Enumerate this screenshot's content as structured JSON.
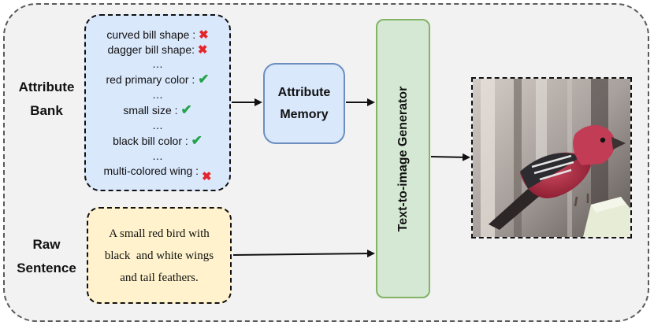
{
  "left_labels": {
    "attribute_bank": [
      "Attribute",
      "Bank"
    ],
    "raw_sentence": [
      "Raw",
      "Sentence"
    ]
  },
  "attribute_bank": [
    {
      "text": "curved bill shape :",
      "mark": "cross"
    },
    {
      "text": "dagger bill shape:",
      "mark": "cross"
    },
    {
      "text": "…",
      "mark": ""
    },
    {
      "text": "red primary color :",
      "mark": "check"
    },
    {
      "text": "…",
      "mark": ""
    },
    {
      "text": "small size :",
      "mark": "check"
    },
    {
      "text": "…",
      "mark": ""
    },
    {
      "text": "black bill color :",
      "mark": "check"
    },
    {
      "text": "…",
      "mark": ""
    },
    {
      "text": "multi-colored wing :",
      "mark": "cross"
    }
  ],
  "marks": {
    "check": "✔",
    "cross": "✖"
  },
  "attribute_memory": [
    "Attribute",
    "Memory"
  ],
  "generator_label": "Text-to-image Generator",
  "raw_sentence_lines": [
    "A small red bird with",
    "black  and white wings",
    "and tail feathers."
  ],
  "colors": {
    "attribute_fill": "#dae8fc",
    "memory_border": "#6c8ebf",
    "generator_fill": "#d5e8d4",
    "generator_border": "#82b366",
    "sentence_fill": "#fff2cc",
    "check": "#23a34a",
    "cross": "#e3262b"
  },
  "output_image": "red-bird-photo"
}
